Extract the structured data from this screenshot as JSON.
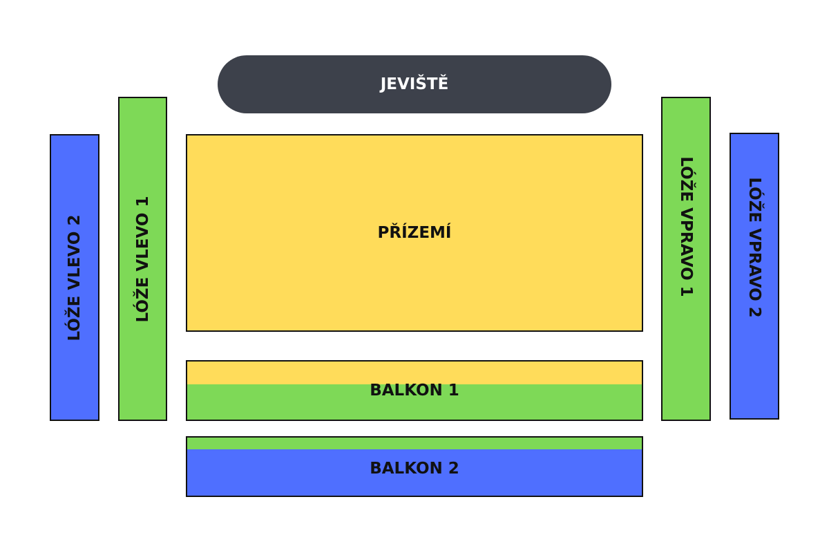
{
  "stage": {
    "label": "JEVIŠTĚ",
    "color": "#3d414b"
  },
  "sections": {
    "loze_vlevo_2": {
      "label": "LÓŽE VLEVO 2",
      "color": "#4f6fff"
    },
    "loze_vlevo_1": {
      "label": "LÓŽE VLEVO 1",
      "color": "#7ed957"
    },
    "prizemi": {
      "label": "PŘÍZEMÍ",
      "color": "#ffdc5a"
    },
    "balkon_1": {
      "label": "BALKON 1",
      "colors": [
        "#ffdc5a",
        "#7ed957"
      ]
    },
    "balkon_2": {
      "label": "BALKON 2",
      "colors": [
        "#7ed957",
        "#4f6fff"
      ]
    },
    "loze_vpravo_1": {
      "label": "LÓŽE VPRAVO 1",
      "color": "#7ed957"
    },
    "loze_vpravo_2": {
      "label": "LÓŽE VPRAVO 2",
      "color": "#4f6fff"
    }
  }
}
